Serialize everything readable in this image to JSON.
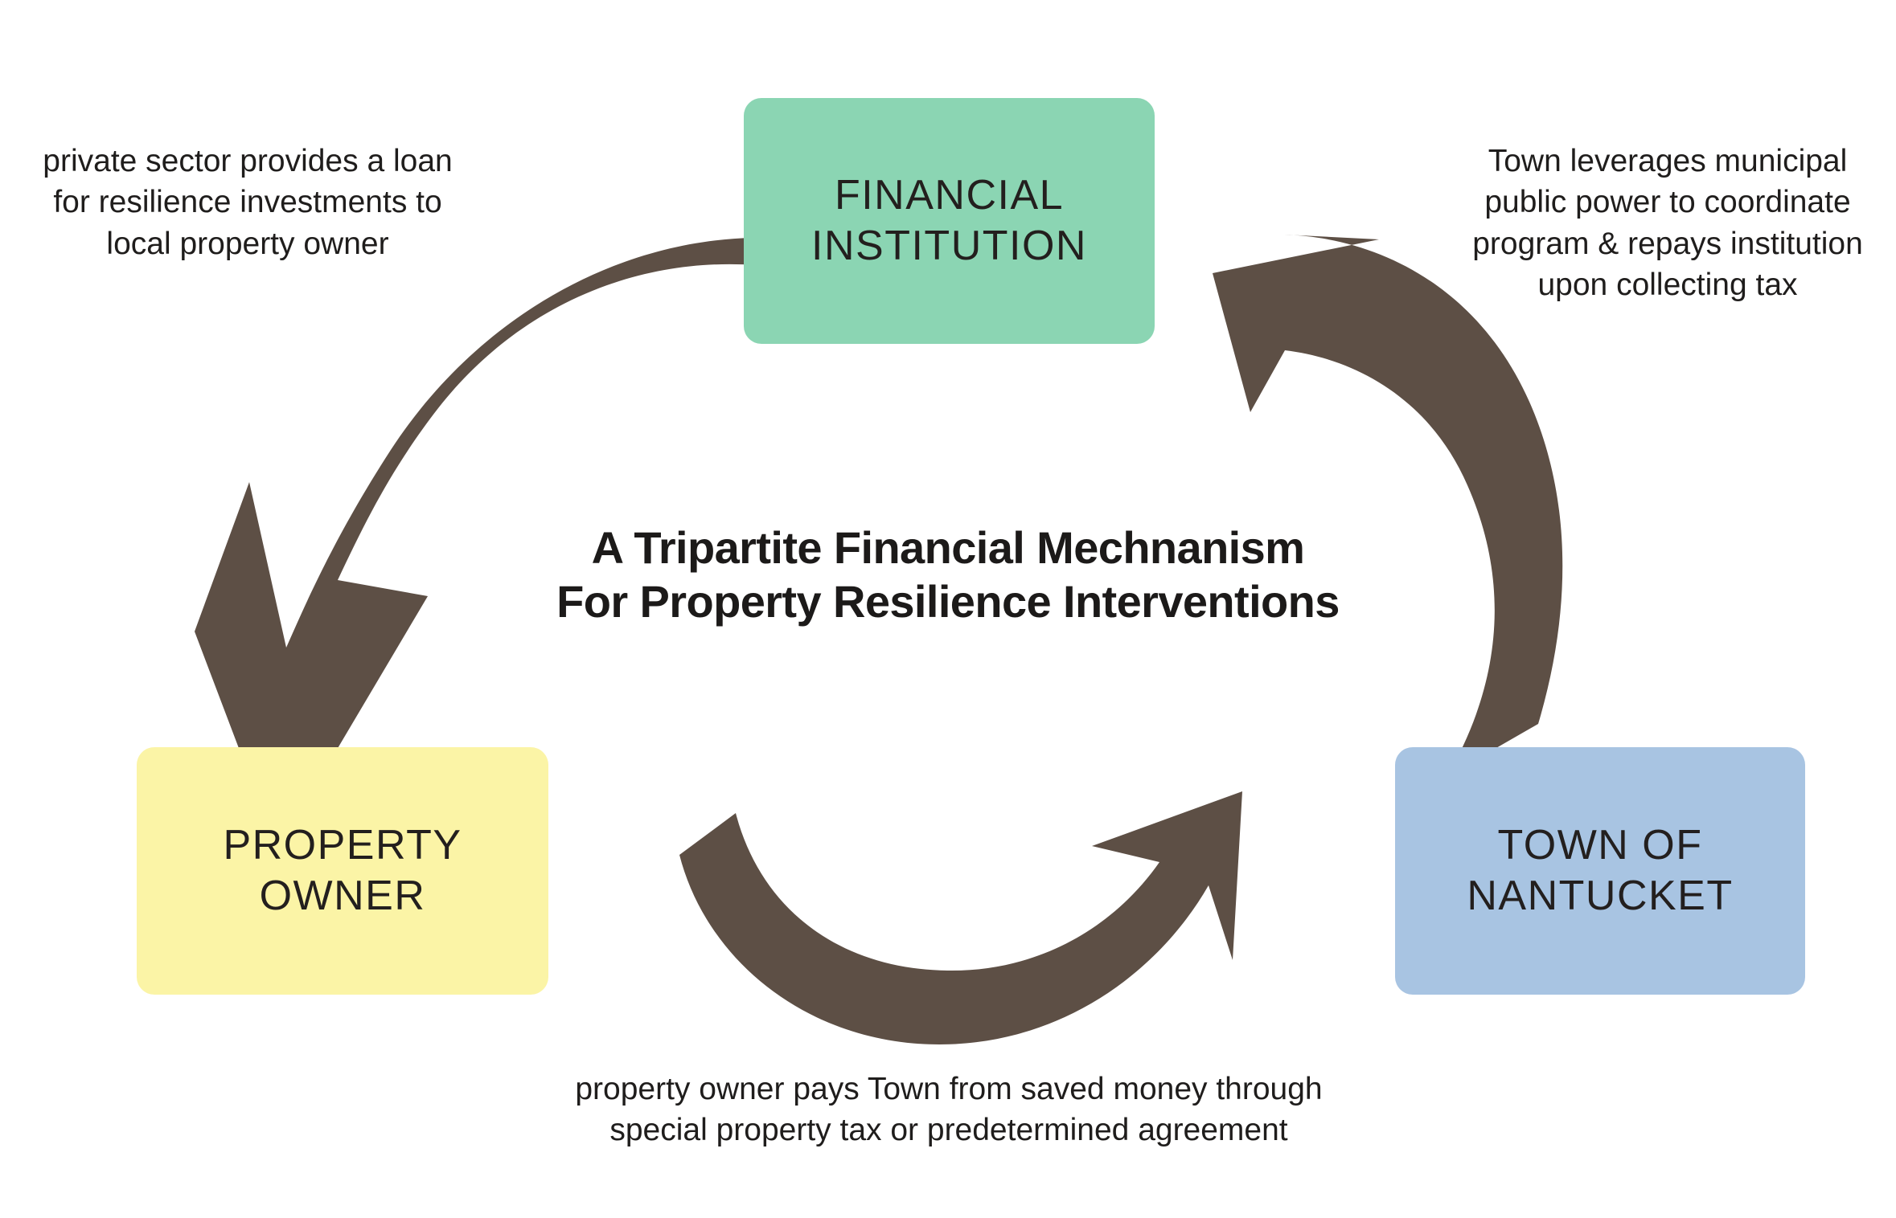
{
  "diagram": {
    "title": "A Tripartite Financial Mechnanism\nFor Property Resilience Interventions",
    "background_color": "#FFFFFF",
    "arrow_color": "#5D4F45",
    "text_color": "#1F1D1C"
  },
  "entities": {
    "financial_institution": {
      "label": "FINANCIAL\nINSTITUTION",
      "color": "#8BD5B3"
    },
    "property_owner": {
      "label": "PROPERTY\nOWNER",
      "color": "#FBF4A6"
    },
    "town_of_nantucket": {
      "label": "TOWN OF\nNANTUCKET",
      "color": "#A8C4E2"
    }
  },
  "flows": {
    "loan_to_owner": {
      "caption": "private sector provides a loan\nfor resilience investments to\nlocal property owner",
      "from": "financial_institution",
      "to": "property_owner"
    },
    "owner_pays_town": {
      "caption": "property owner pays Town from saved money through\nspecial property tax or predetermined agreement",
      "from": "property_owner",
      "to": "town_of_nantucket"
    },
    "town_repays_institution": {
      "caption": "Town leverages municipal\npublic power to coordinate\nprogram & repays institution\nupon collecting tax",
      "from": "town_of_nantucket",
      "to": "financial_institution"
    }
  }
}
